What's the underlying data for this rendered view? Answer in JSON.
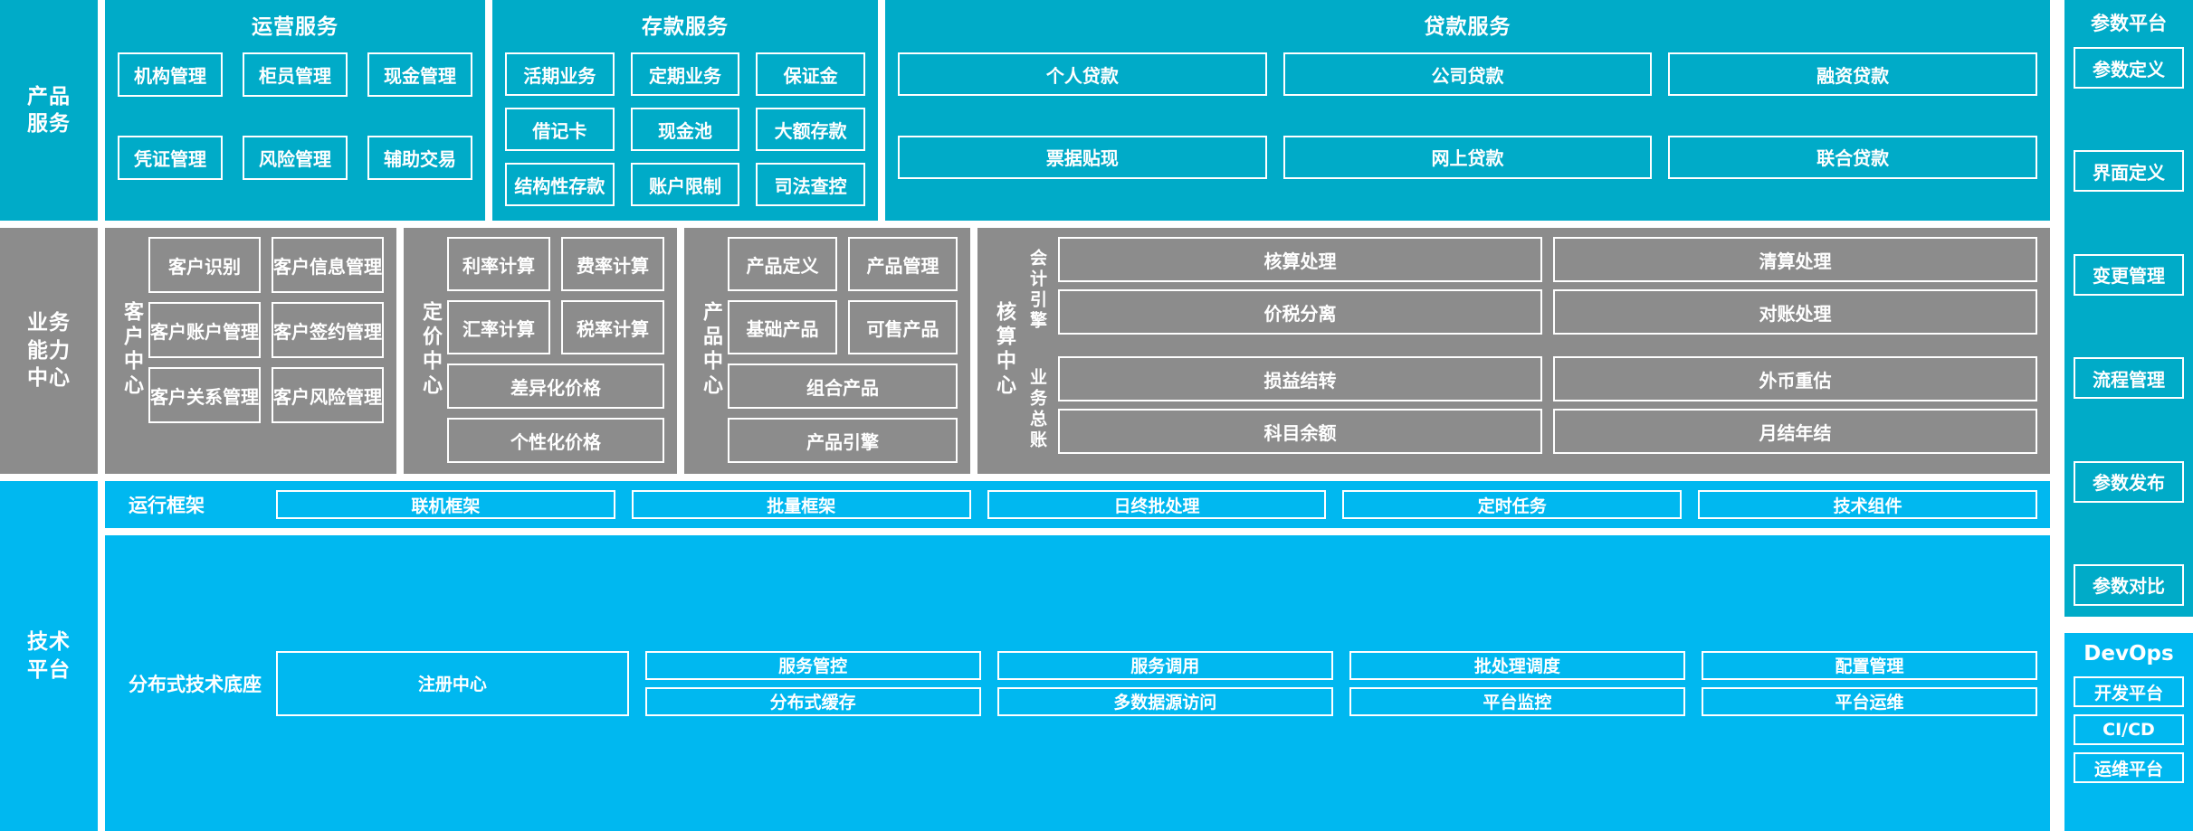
{
  "layers": {
    "product_services": {
      "spine_label": "产品\n服务",
      "groups": [
        {
          "title": "运营服务",
          "items": [
            "机构管理",
            "柜员管理",
            "现金管理",
            "凭证管理",
            "风险管理",
            "辅助交易"
          ]
        },
        {
          "title": "存款服务",
          "items": [
            "活期业务",
            "定期业务",
            "保证金",
            "借记卡",
            "现金池",
            "大额存款",
            "结构性存款",
            "账户限制",
            "司法查控"
          ]
        },
        {
          "title": "贷款服务",
          "items": [
            "个人贷款",
            "公司贷款",
            "融资贷款",
            "票据贴现",
            "网上贷款",
            "联合贷款"
          ]
        }
      ]
    },
    "business_capability": {
      "spine_label": "业务\n能力\n中心",
      "centers": [
        {
          "label": "客户中心",
          "rows": [
            [
              "客户识别",
              "客户信息管理"
            ],
            [
              "客户账户管理",
              "客户签约管理"
            ],
            [
              "客户关系管理",
              "客户风险管理"
            ]
          ],
          "wide": []
        },
        {
          "label": "定价中心",
          "rows": [
            [
              "利率计算",
              "费率计算"
            ],
            [
              "汇率计算",
              "税率计算"
            ]
          ],
          "wide": [
            "差异化价格",
            "个性化价格"
          ]
        },
        {
          "label": "产品中心",
          "rows": [
            [
              "产品定义",
              "产品管理"
            ],
            [
              "基础产品",
              "可售产品"
            ]
          ],
          "wide": [
            "组合产品",
            "产品引擎"
          ]
        },
        {
          "label": "核算中心",
          "sub_blocks": [
            {
              "label": "会计引擎",
              "rows": [
                [
                  "核算处理",
                  "清算处理"
                ],
                [
                  "价税分离",
                  "对账处理"
                ]
              ]
            },
            {
              "label": "业务总账",
              "rows": [
                [
                  "损益结转",
                  "外币重估"
                ],
                [
                  "科目余额",
                  "月结年结"
                ]
              ]
            }
          ]
        }
      ]
    },
    "technical_platform": {
      "spine_label": "技术\n平台",
      "bands": [
        {
          "label": "运行框架",
          "items": [
            "联机框架",
            "批量框架",
            "日终批处理",
            "定时任务",
            "技术组件"
          ]
        },
        {
          "label": "分布式技术底座",
          "anchor": "注册中心",
          "items": [
            "服务管控",
            "服务调用",
            "批处理调度",
            "配置管理",
            "分布式缓存",
            "多数据源访问",
            "平台监控",
            "平台运维"
          ]
        }
      ]
    }
  },
  "rails": {
    "parameter_platform": {
      "title": "参数平台",
      "items": [
        "参数定义",
        "界面定义",
        "变更管理",
        "流程管理",
        "参数发布",
        "参数对比"
      ]
    },
    "devops": {
      "title": "DevOps",
      "items": [
        "开发平台",
        "CI/CD",
        "运维平台"
      ]
    }
  },
  "colors": {
    "product_cyan": "#00abc8",
    "capability_gray": "#8c8c8c",
    "tech_cyan": "#00b8f0",
    "border_white": "#ffffff"
  }
}
